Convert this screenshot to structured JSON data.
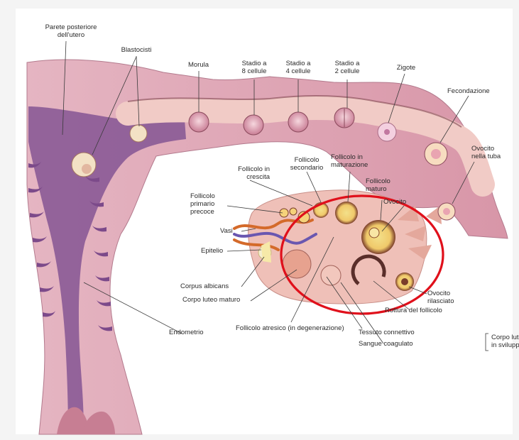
{
  "labels": {
    "parete": "Parete posteriore\ndell'utero",
    "blastocisti": "Blastocisti",
    "morula": "Morula",
    "stadio8": "Stadio a\n8 cellule",
    "stadio4": "Stadio a\n4 cellule",
    "stadio2": "Stadio a\n2 cellule",
    "zigote": "Zigote",
    "fecondazione": "Fecondazione",
    "ovocito_tuba": "Ovocito\nnella tuba",
    "follicolo_crescita": "Follicolo in\ncrescita",
    "follicolo_secondario": "Follicolo\nsecondario",
    "follicolo_maturazione": "Follicolo in\nmaturazione",
    "follicolo_maturo": "Follicolo\nmaturo",
    "ovocito": "Ovocito",
    "follicolo_primario": "Follicolo\nprimario\nprecoce",
    "vasi": "Vasi",
    "epitelio": "Epitelio",
    "corpus_albicans": "Corpus albicans",
    "corpo_luteo_maturo": "Corpo luteo maturo",
    "endometrio": "Endometrio",
    "follicolo_atresico": "Follicolo atresico (in degenerazione)",
    "ovocito_rilasciato": "Ovocito\nrilasciato",
    "rottura_follicolo": "Rottura del follicolo",
    "tessuto_connettivo": "Tessuto connettivo",
    "sangue_coagulato": "Sangue coagulato",
    "corpo_luteo_sviluppo": "Corpo luteo\nin sviluppo"
  },
  "colors": {
    "uterus_wall": "#d9a3b3",
    "uterus_cavity": "#8a5a96",
    "tube": "#e8b3ae",
    "ovary": "#f0c2b9",
    "highlight_ellipse": "#e0101b",
    "leader_line": "#3a3a3a"
  }
}
